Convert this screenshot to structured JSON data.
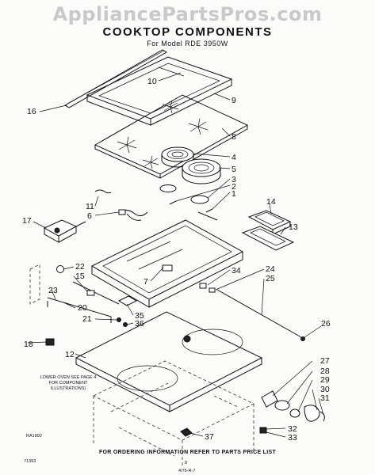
{
  "watermark": "AppliancePartsPros.com",
  "title": "COOKTOP COMPONENTS",
  "subtitle": "For Model RDE 3950W",
  "note": "LOWER OVEN SEE PAGE 4 FOR COMPONENT ILLUSTRATIONS)",
  "footer": "FOR ORDERING INFORMATION REFER TO PARTS PRICE LIST",
  "codes": {
    "left_ref": "RA1892",
    "bottom_left": "71393",
    "page_number": "8",
    "bottom_right": "4/76-R-7"
  },
  "callouts": [
    "10",
    "9",
    "16",
    "8",
    "4",
    "5",
    "3",
    "2",
    "1",
    "11",
    "6",
    "14",
    "17",
    "13",
    "22",
    "15",
    "7",
    "24",
    "34",
    "25",
    "23",
    "20",
    "35",
    "36",
    "21",
    "26",
    "18",
    "12",
    "27",
    "28",
    "29",
    "30",
    "31",
    "32",
    "33",
    "37"
  ]
}
